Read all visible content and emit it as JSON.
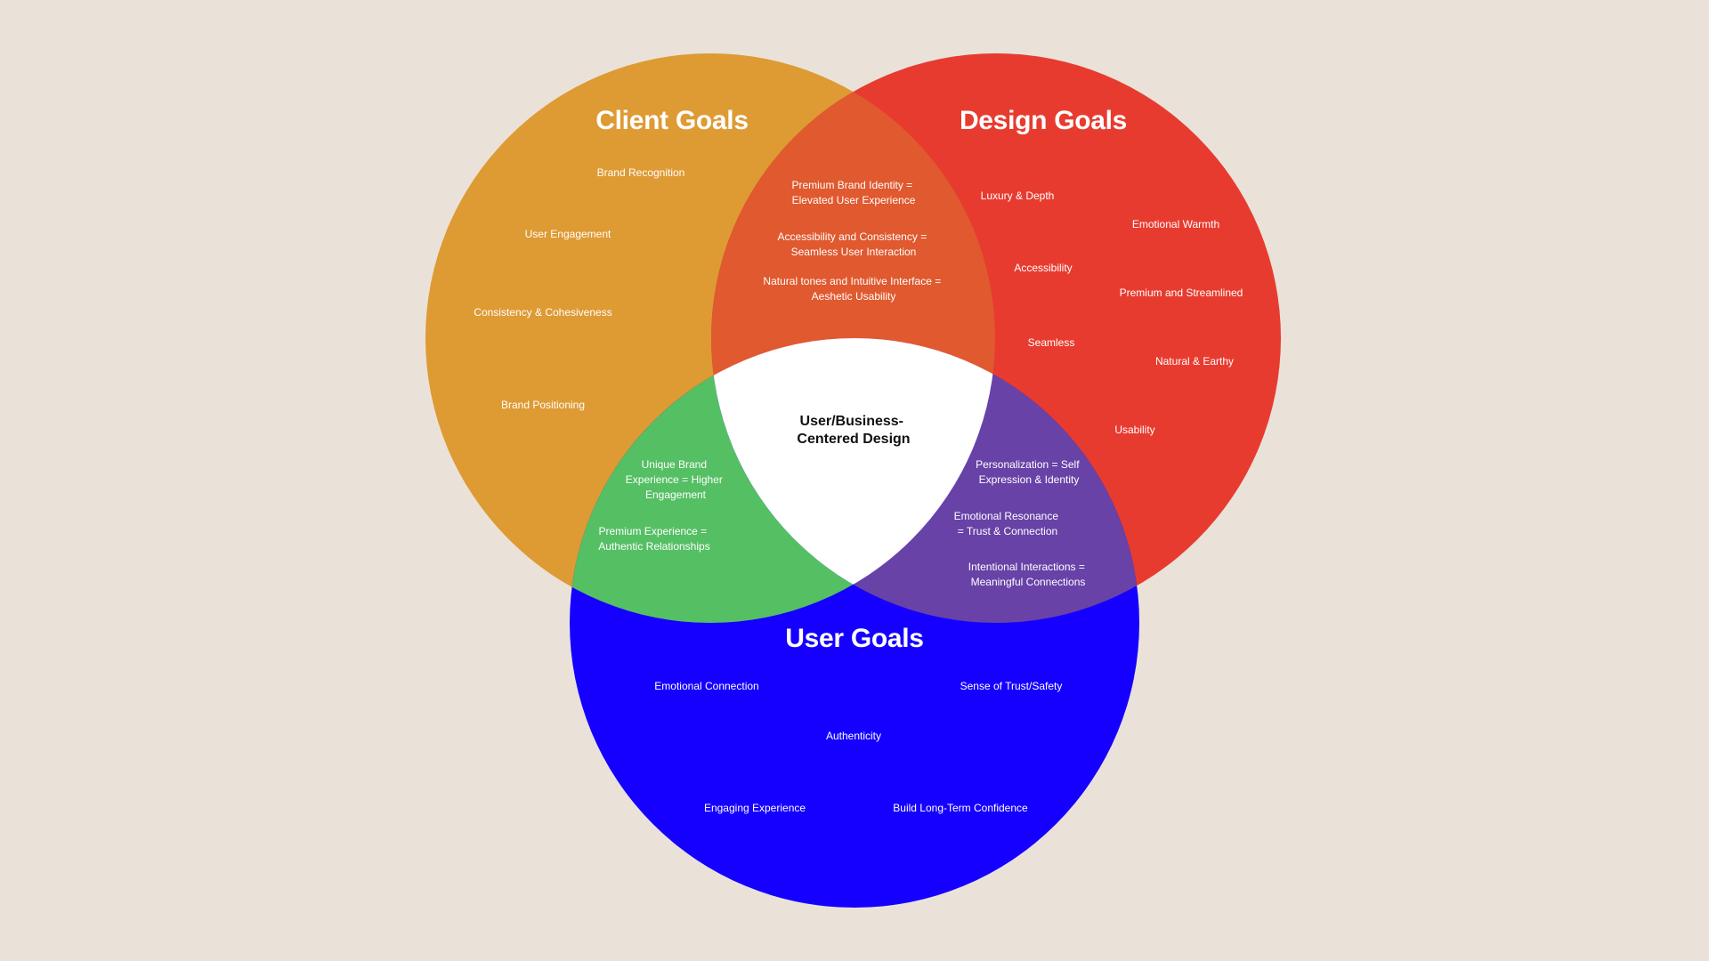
{
  "colors": {
    "background": "#EAE2D9",
    "client": "#DE9A33",
    "design": "#E83B2F",
    "user": "#1500FF",
    "client_design": "#E0592F",
    "client_user": "#55BF64",
    "design_user": "#6842A7",
    "center": "#FFFFFF"
  },
  "client": {
    "title": "Client Goals",
    "items": [
      "Brand Recognition",
      "User Engagement",
      "Consistency & Cohesiveness",
      "Brand Positioning"
    ]
  },
  "design": {
    "title": "Design Goals",
    "items": [
      "Luxury & Depth",
      "Emotional Warmth",
      "Accessibility",
      "Premium and Streamlined",
      "Seamless",
      "Natural & Earthy",
      "Usability"
    ]
  },
  "user": {
    "title": "User Goals",
    "items": [
      "Emotional Connection",
      "Sense of Trust/Safety",
      "Authenticity",
      "Engaging Experience",
      "Build Long-Term Confidence"
    ]
  },
  "client_design": {
    "items": [
      [
        "Premium Brand Identity =",
        "Elevated User Experience"
      ],
      [
        "Accessibility and Consistency =",
        "Seamless User Interaction"
      ],
      [
        "Natural tones and Intuitive Interface =",
        "Aeshetic Usability"
      ]
    ]
  },
  "client_user": {
    "items": [
      [
        "Unique Brand",
        "Experience = Higher",
        "Engagement"
      ],
      [
        "Premium Experience =",
        "Authentic Relationships"
      ]
    ]
  },
  "design_user": {
    "items": [
      [
        "Personalization = Self",
        "Expression & Identity"
      ],
      [
        "Emotional Resonance",
        "= Trust & Connection"
      ],
      [
        "Intentional Interactions =",
        "Meaningful Connections"
      ]
    ]
  },
  "center": {
    "lines": [
      "User/Business-",
      "Centered Design"
    ]
  }
}
